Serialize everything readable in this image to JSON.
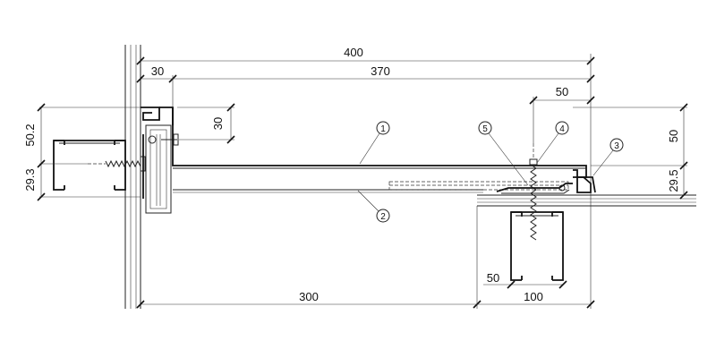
{
  "dimensions": {
    "overall_width": "400",
    "left_offset": "30",
    "panel_span": "370",
    "overlap": "50",
    "bracket_offset": "30",
    "left_height_upper": "50.2",
    "left_height_lower": "29.3",
    "right_height_upper": "50",
    "right_height_lower": "29.5",
    "bottom_span": "300",
    "bottom_right": "100",
    "channel_width": "50"
  },
  "callouts": [
    "1",
    "2",
    "3",
    "4",
    "5"
  ]
}
